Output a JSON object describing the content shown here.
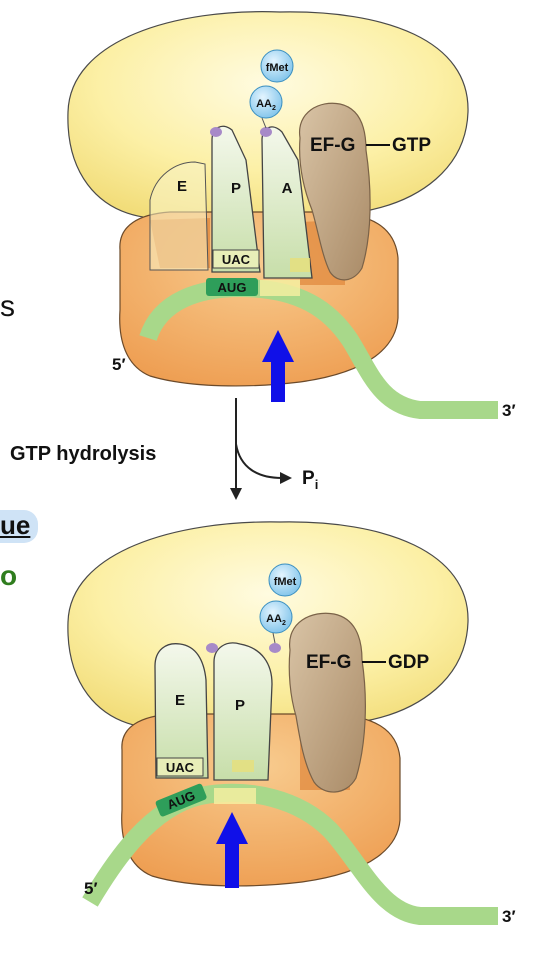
{
  "panel1": {
    "ball_top": "fMet",
    "ball_bottom_main": "AA",
    "ball_bottom_sub": "2",
    "factor": "EF-G",
    "nucleotide": "GTP",
    "site_e": "E",
    "site_p": "P",
    "site_a": "A",
    "anticodon": "UAC",
    "codon": "AUG",
    "end5": "5′",
    "end3": "3′"
  },
  "reaction": {
    "label": "GTP hydrolysis",
    "product_main": "P",
    "product_sub": "i"
  },
  "panel2": {
    "ball_top": "fMet",
    "ball_bottom_main": "AA",
    "ball_bottom_sub": "2",
    "factor": "EF-G",
    "nucleotide": "GDP",
    "site_e": "E",
    "site_p": "P",
    "anticodon": "UAC",
    "codon": "AUG",
    "end5": "5′",
    "end3": "3′"
  },
  "side_fragments": {
    "s": "s",
    "ue": "ue",
    "o": "o"
  },
  "colors": {
    "large_subunit": "#FBEFA0",
    "small_subunit": "#F3B26A",
    "trna": "#DDEBC8",
    "mrna": "#A8D88A",
    "codon_box": "#2E9E5A",
    "efg": "#C7AE8E",
    "arrow": "#1010E8",
    "ball": "#9FD6F2"
  }
}
